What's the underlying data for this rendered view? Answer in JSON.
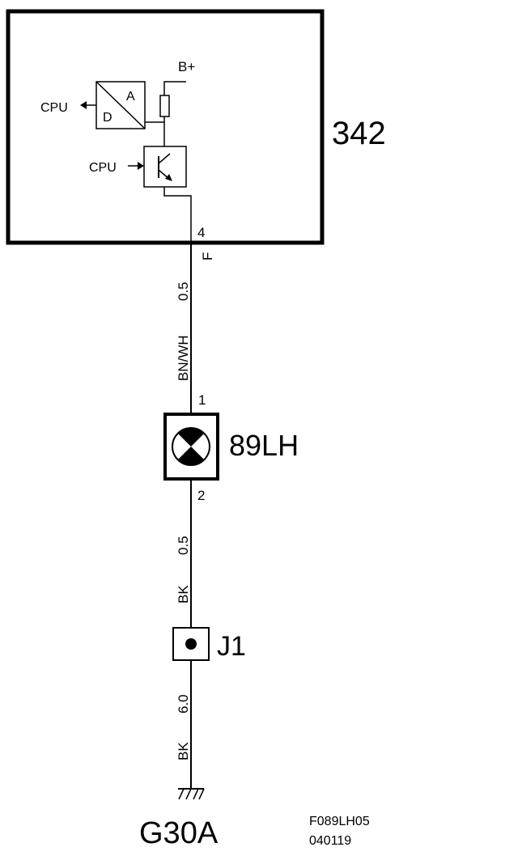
{
  "module": {
    "id": "342",
    "supply_label": "B+",
    "adc_in_label": "A",
    "adc_out_label": "D",
    "cpu_out_label": "CPU",
    "cpu_in_label": "CPU"
  },
  "pin_module": {
    "number": "4",
    "connector": "F"
  },
  "wire_1": {
    "color": "BN/WH",
    "size": "0.5"
  },
  "lamp": {
    "id": "89LH",
    "pin_top": "1",
    "pin_bottom": "2"
  },
  "wire_2": {
    "color": "BK",
    "size": "0.5"
  },
  "junction": {
    "id": "J1"
  },
  "wire_3": {
    "color": "BK",
    "size": "6.0"
  },
  "ground": {
    "id": "G30A"
  },
  "footer": {
    "code": "F089LH05",
    "date": "040119"
  }
}
